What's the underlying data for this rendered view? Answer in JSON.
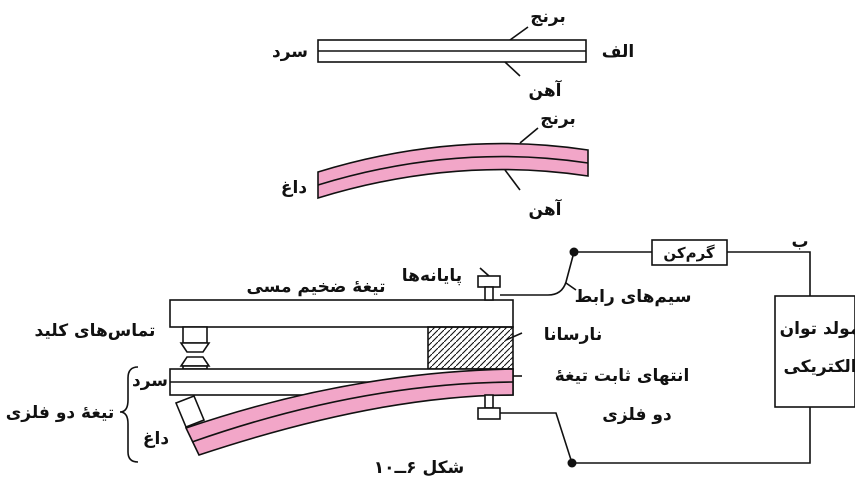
{
  "colors": {
    "bimetal_pink": "#f2a6c8",
    "line": "#111111",
    "background": "#ffffff"
  },
  "diagram": {
    "part_a": {
      "letter": "الف",
      "cold": "سرد",
      "brass": "برنج",
      "iron": "آهن"
    },
    "part_hot": {
      "hot": "داغ",
      "brass": "برنج",
      "iron": "آهن"
    },
    "part_b": {
      "letter": "ب",
      "heater": "گرم‌کن",
      "terminals": "پایانه‌ها",
      "connecting_wires": "سیم‌های رابط",
      "thick_copper_blade": "تیغهٔ ضخیم مسی",
      "key_contacts": "تماس‌های کلید",
      "insulator": "نارسانا",
      "fixed_end_line1": "انتهای ثابت تیغهٔ",
      "fixed_end_line2": "دو فلزی",
      "generator_line1": "مولد توان",
      "generator_line2": "الکتریکی",
      "bimetal_blade": "تیغهٔ دو فلزی",
      "cold": "سرد",
      "hot": "داغ"
    },
    "caption": "شکل ۶ــ۱۰"
  }
}
